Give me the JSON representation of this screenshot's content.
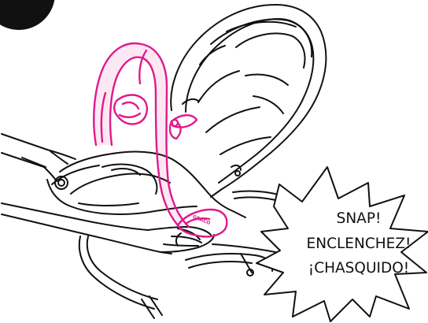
{
  "step_number": "",
  "callout": {
    "lines": [
      "SNAP!",
      "ENCLENCHEZ!",
      "¡CHASQUIDO!"
    ]
  },
  "toy_bar_brand": "GRACO",
  "colors": {
    "highlight": "#e01a8c",
    "outline": "#111111",
    "background": "#ffffff"
  }
}
